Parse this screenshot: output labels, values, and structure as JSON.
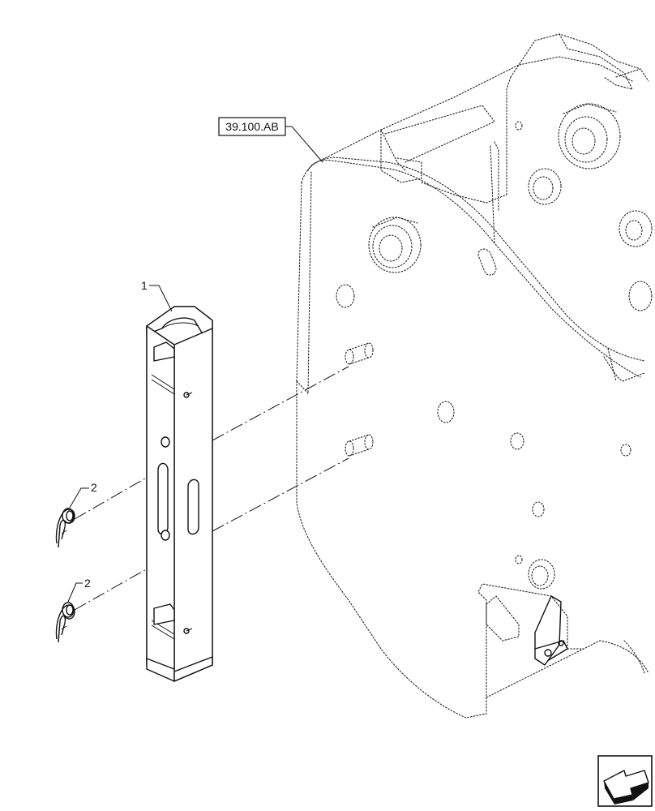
{
  "callouts": {
    "reference": "39.100.AB",
    "item_1": "1",
    "item_2a": "2",
    "item_2b": "2"
  },
  "icons": {
    "navigation": "continuation-arrow-icon"
  }
}
